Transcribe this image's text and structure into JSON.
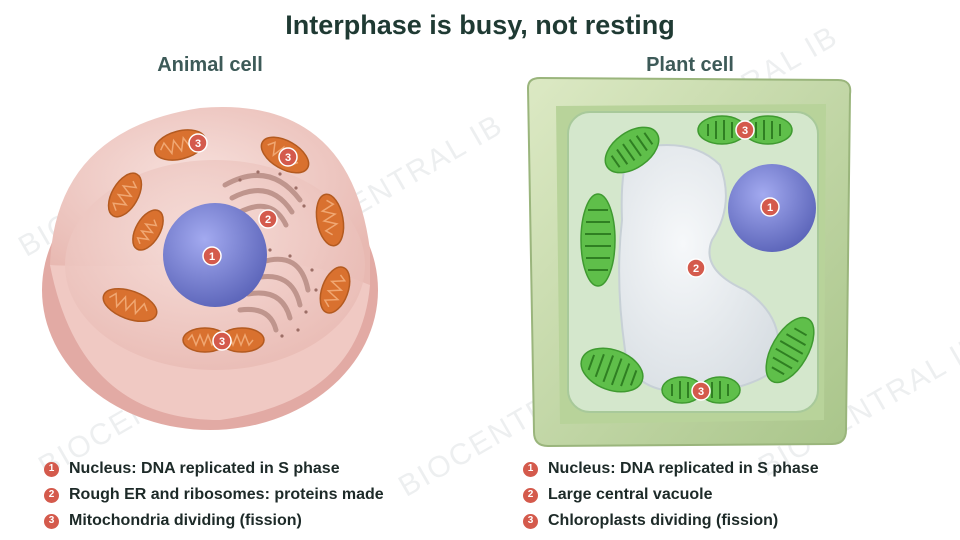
{
  "title": "Interphase is busy, not resting",
  "watermark": "BIOCENTRAL IB",
  "animal_cell": {
    "title": "Animal cell",
    "legend": [
      {
        "num": "1",
        "text": "Nucleus: DNA replicated in S phase"
      },
      {
        "num": "2",
        "text": "Rough ER and ribosomes: proteins made"
      },
      {
        "num": "3",
        "text": "Mitochondria dividing (fission)"
      }
    ]
  },
  "plant_cell": {
    "title": "Plant cell",
    "legend": [
      {
        "num": "1",
        "text": "Nucleus: DNA replicated in S phase"
      },
      {
        "num": "2",
        "text": "Large central vacuole"
      },
      {
        "num": "3",
        "text": "Chloroplasts dividing (fission)"
      }
    ]
  },
  "colors": {
    "badge": "#d45a4c",
    "animal_cytoplasm": "#f2d1cc",
    "nucleus": "#7b84d1",
    "mitochondria": "#d9712f",
    "rough_er": "#c9a49d",
    "cell_wall": "#c6d8a7",
    "chloroplast": "#5fbf4a",
    "vacuole": "#e8ecef"
  }
}
